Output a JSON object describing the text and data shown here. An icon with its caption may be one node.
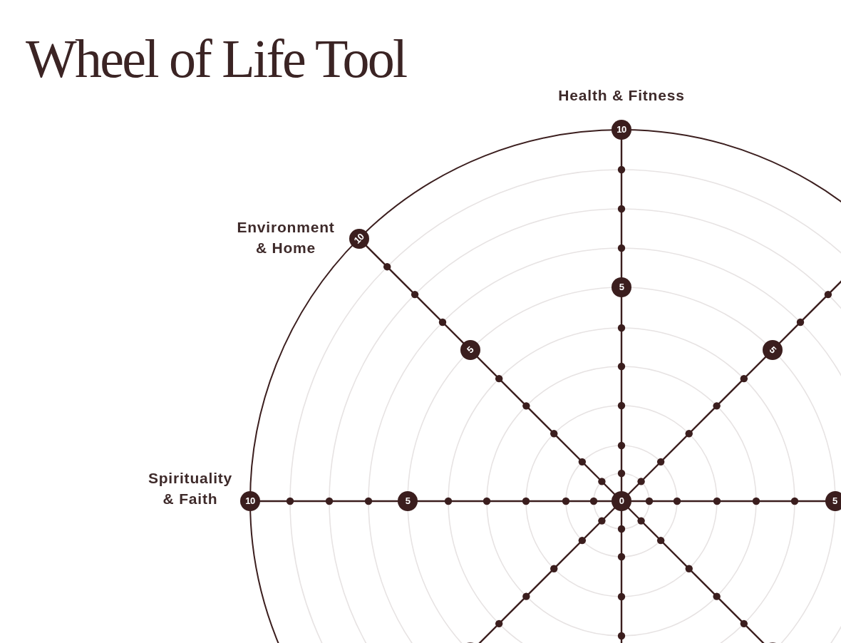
{
  "diagram": {
    "title": "Wheel of Life Tool",
    "nodes": [
      {
        "text": [
          "10"
        ],
        "beside": [
          "Health & Fitness"
        ]
      },
      {
        "text": [
          "10"
        ],
        "beside": [
          "Environment & Home"
        ]
      },
      {
        "text": [
          "5"
        ]
      },
      {
        "text": [
          "5"
        ]
      },
      {
        "text": [
          "5"
        ]
      },
      {
        "text": [
          "10"
        ],
        "beside": [
          "Spirituality & Faith"
        ]
      },
      {
        "text": [
          "5"
        ]
      },
      {
        "text": [
          "0"
        ]
      },
      {
        "text": [
          "5"
        ]
      }
    ]
  }
}
